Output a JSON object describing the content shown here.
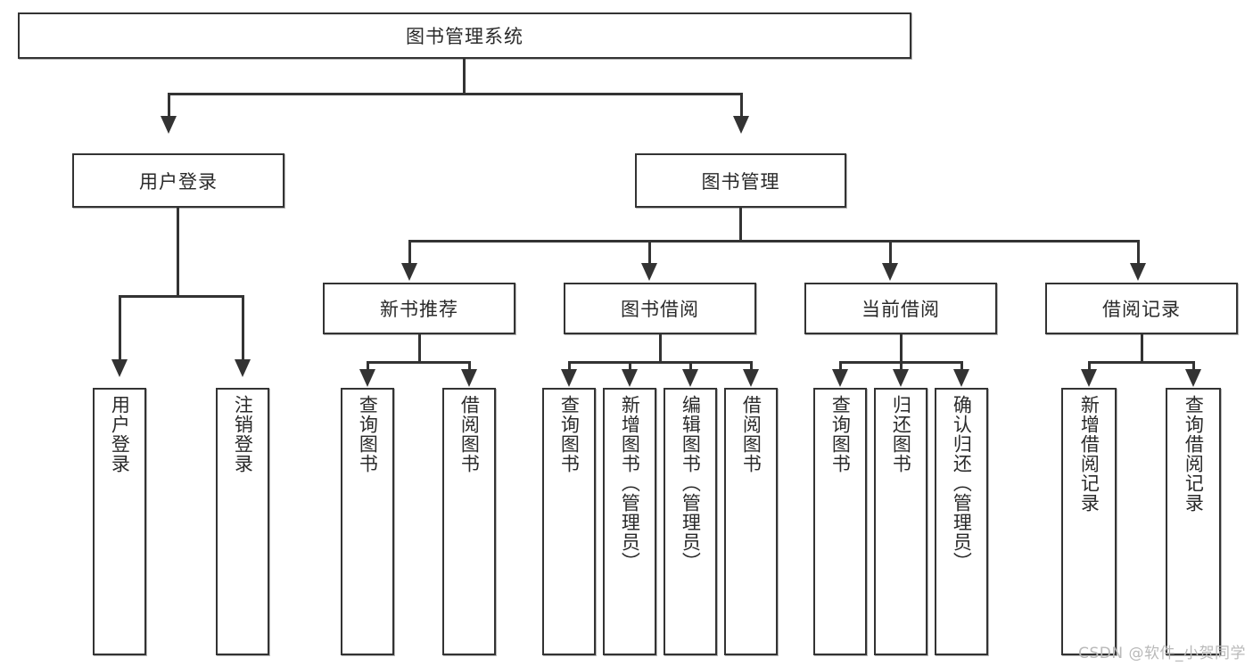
{
  "diagram": {
    "type": "tree",
    "title": "图书管理系统",
    "root": {
      "label": "图书管理系统"
    },
    "level2": [
      {
        "label": "用户登录"
      },
      {
        "label": "图书管理"
      }
    ],
    "level3": [
      {
        "label": "新书推荐"
      },
      {
        "label": "图书借阅"
      },
      {
        "label": "当前借阅"
      },
      {
        "label": "借阅记录"
      }
    ],
    "leaves": {
      "user_login": [
        {
          "label": "用户登录"
        },
        {
          "label": "注销登录"
        }
      ],
      "new_book_recommend": [
        {
          "label": "查询图书"
        },
        {
          "label": "借阅图书"
        }
      ],
      "book_borrow": [
        {
          "label": "查询图书"
        },
        {
          "label": "新增图书（管理员）"
        },
        {
          "label": "编辑图书（管理员）"
        },
        {
          "label": "借阅图书"
        }
      ],
      "current_borrow": [
        {
          "label": "查询图书"
        },
        {
          "label": "归还图书"
        },
        {
          "label": "确认归还（管理员）"
        }
      ],
      "borrow_record": [
        {
          "label": "新增借阅记录"
        },
        {
          "label": "查询借阅记录"
        }
      ]
    }
  },
  "watermark": {
    "text": "CSDN @软件_小贺同学"
  },
  "colors": {
    "box_border": "#333333",
    "box_fill": "#ffffff",
    "text": "#2a2a2a",
    "connector": "#333333",
    "watermark": "#b9b9b9"
  }
}
